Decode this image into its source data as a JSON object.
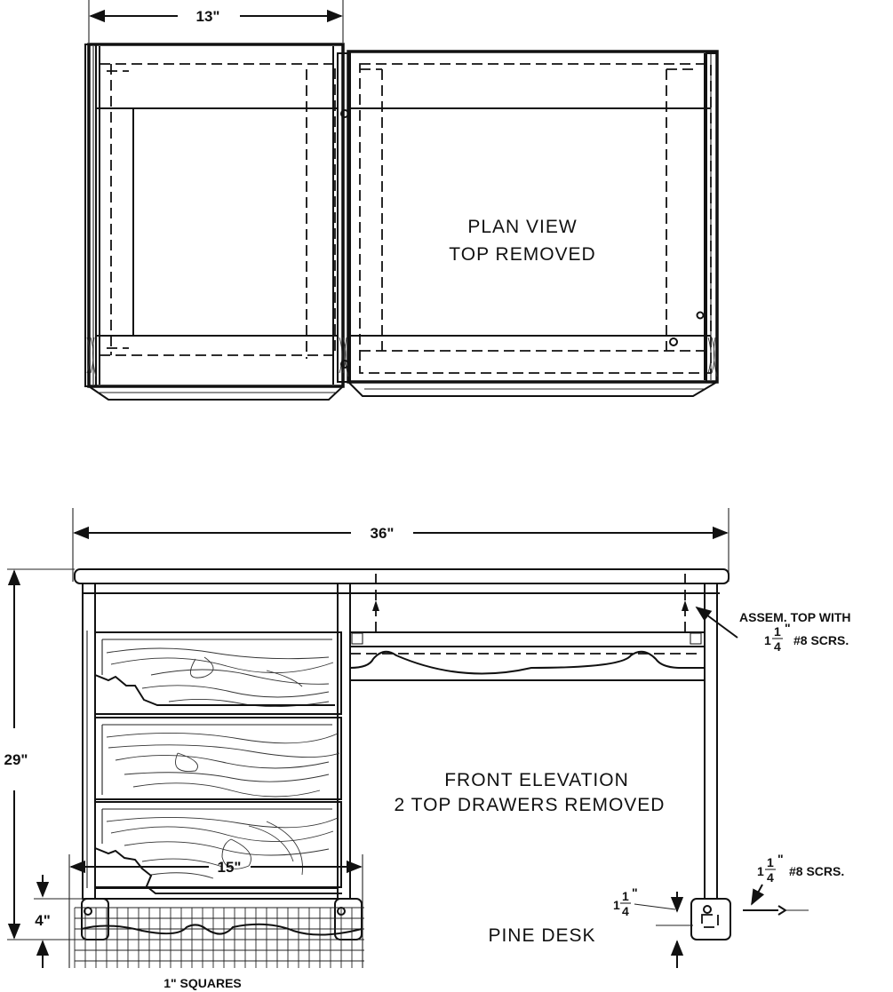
{
  "plan_view": {
    "label_line1": "PLAN VIEW",
    "label_line2": "TOP REMOVED",
    "width_dimension": "13\""
  },
  "front_elevation": {
    "label_line1": "FRONT ELEVATION",
    "label_line2": "2 TOP DRAWERS REMOVED",
    "overall_width": "36\"",
    "overall_height": "29\"",
    "base_height": "4\"",
    "drawer_width": "15\"",
    "grid_note": "1\" SQUARES"
  },
  "notes": {
    "assembly_line1": "ASSEM. TOP WITH",
    "assembly_whole": "1",
    "assembly_numerator": "1",
    "assembly_denominator": "4",
    "assembly_inch": "\"",
    "assembly_screws": "#8 SCRS.",
    "foot_whole": "1",
    "foot_numerator": "1",
    "foot_denominator": "4",
    "foot_inch": "\"",
    "foot_screws": "#8 SCRS.",
    "small_whole": "1",
    "small_numerator": "1",
    "small_denominator": "4",
    "small_inch": "\""
  },
  "title": "PINE DESK"
}
